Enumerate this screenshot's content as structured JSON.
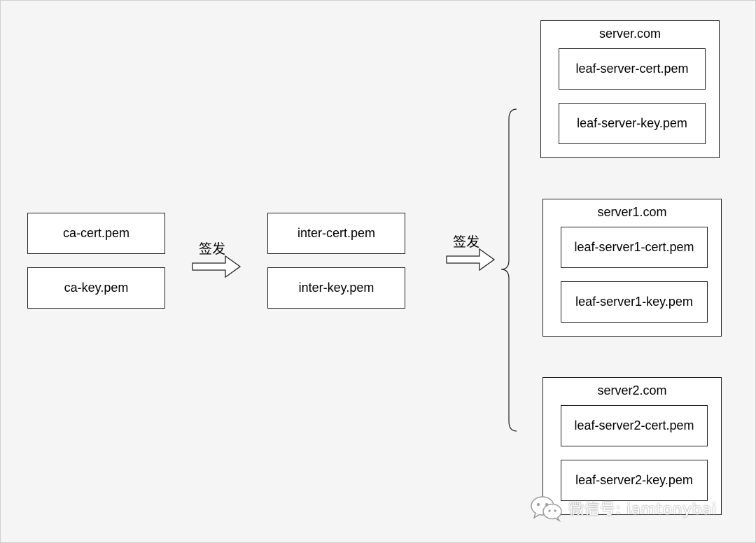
{
  "root": {
    "ca_cert": "ca-cert.pem",
    "ca_key": "ca-key.pem"
  },
  "arrow1_label": "签发",
  "intermediate": {
    "cert": "inter-cert.pem",
    "key": "inter-key.pem"
  },
  "arrow2_label": "签发",
  "servers": [
    {
      "title": "server.com",
      "cert": "leaf-server-cert.pem",
      "key": "leaf-server-key.pem"
    },
    {
      "title": "server1.com",
      "cert": "leaf-server1-cert.pem",
      "key": "leaf-server1-key.pem"
    },
    {
      "title": "server2.com",
      "cert": "leaf-server2-cert.pem",
      "key": "leaf-server2-key.pem"
    }
  ],
  "watermark": {
    "text": "微信号: iamtonybai",
    "icon": "wechat-icon"
  }
}
